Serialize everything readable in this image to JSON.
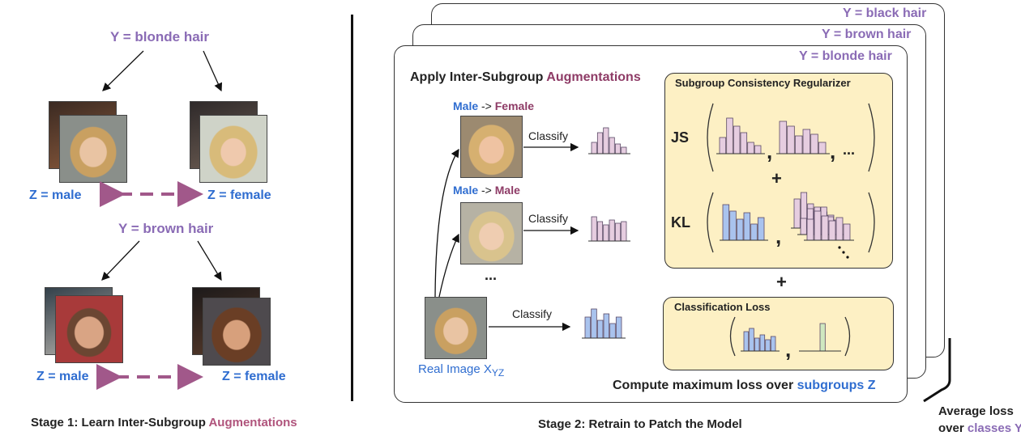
{
  "stage1": {
    "y_blonde": "Y = blonde hair",
    "y_brown": "Y = brown hair",
    "z_male_1": "Z = male",
    "z_female_1": "Z = female",
    "z_male_2": "Z = male",
    "z_female_2": "Z = female",
    "caption_prefix": "Stage 1: Learn Inter-Subgroup ",
    "caption_highlight": "Augmentations"
  },
  "stage2": {
    "card_back": "Y = black hair",
    "card_mid": "Y = brown hair",
    "card_front": "Y = blonde hair",
    "apply_prefix": "Apply Inter-Subgroup ",
    "apply_highlight": "Augmentations",
    "aug1_from": "Male",
    "aug1_arrow": " -> ",
    "aug1_to": "Female",
    "aug2_from": "Male",
    "aug2_arrow": " -> ",
    "aug2_to": "Male",
    "ellipsis": "...",
    "classify": "Classify",
    "real_image": "Real Image X",
    "real_image_sub": "YZ",
    "regularizer_title": "Subgroup Consistency Regularizer",
    "js": "JS",
    "kl": "KL",
    "plus": "+",
    "comma": ",",
    "js_ellipsis": "...",
    "classification_loss": "Classification Loss",
    "compute_prefix": "Compute maximum loss over ",
    "compute_highlight": "subgroups Z",
    "average_line1": "Average loss",
    "average_line2_prefix": "over ",
    "average_line2_highlight": "classes Y",
    "caption": "Stage 2: Retrain to Patch the Model"
  },
  "colors": {
    "purple": "#8a6bb5",
    "blue": "#2f6dd0",
    "maroon": "#8e3b66",
    "pink_bar": "#e6cde0",
    "blue_bar": "#a9c3ee",
    "green_bar": "#cfe8c0",
    "box_fill": "#fdf0c4"
  }
}
